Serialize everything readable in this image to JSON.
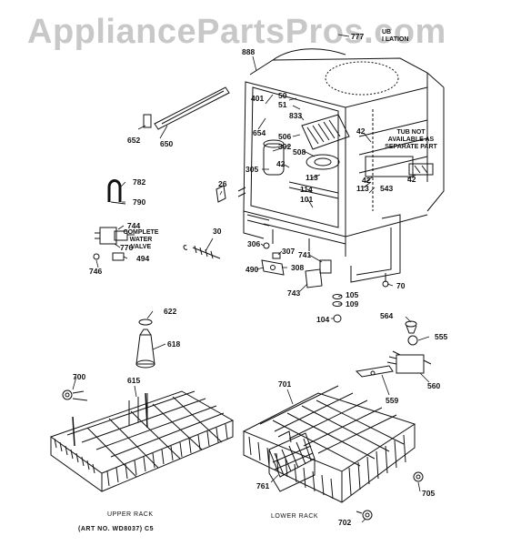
{
  "watermark": "AppliancePartsPros.com",
  "notes": {
    "tub_not_available": [
      "TUB NOT",
      "AVAILABLE AS",
      "SEPARATE PART"
    ],
    "complete_water_valve": [
      "COMPLETE",
      "WATER",
      "VALVE"
    ],
    "tub_insulation": [
      "UB",
      "I   LATION"
    ]
  },
  "captions": {
    "upper_rack": "UPPER RACK",
    "lower_rack": "LOWER RACK",
    "art_no": "(ART NO. WD8037) C5"
  },
  "part_labels": [
    "888",
    "777",
    "401",
    "50",
    "51",
    "833",
    "654",
    "506",
    "302",
    "508",
    "42",
    "305",
    "42",
    "113",
    "114",
    "101",
    "42",
    "113",
    "543",
    "42",
    "652",
    "650",
    "782",
    "790",
    "26",
    "744",
    "776",
    "494",
    "746",
    "30",
    "306",
    "307",
    "741",
    "490",
    "308",
    "743",
    "70",
    "105",
    "109",
    "104",
    "622",
    "618",
    "564",
    "555",
    "560",
    "559",
    "700",
    "615",
    "701",
    "761",
    "705",
    "702"
  ]
}
